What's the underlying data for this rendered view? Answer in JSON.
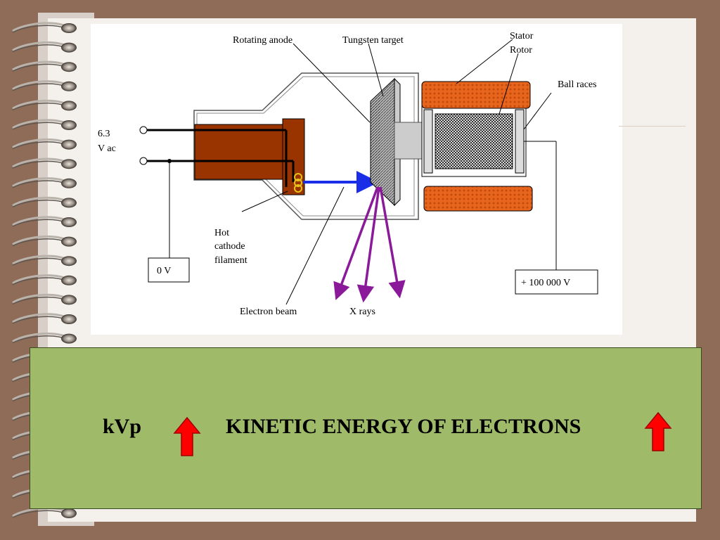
{
  "diagram": {
    "labels": {
      "rotating_anode": "Rotating anode",
      "tungsten_target": "Tungsten target",
      "stator": "Stator",
      "rotor": "Rotor",
      "ball_races": "Ball races",
      "voltage_ac_line1": "6.3",
      "voltage_ac_line2": "V ac",
      "hot": "Hot",
      "cathode": "cathode",
      "filament": "filament",
      "zero_volt": "0 V",
      "high_voltage": "+ 100 000 V",
      "electron_beam": "Electron beam",
      "x_rays": "X rays"
    },
    "colors": {
      "cathode_block": "#993300",
      "stator_coil": "#e8651e",
      "electron_beam": "#1a2ee8",
      "x_ray": "#8b1a9a",
      "filament": "#e8c21a"
    }
  },
  "summary": {
    "kvp": "kVp",
    "kinetic_energy": "KINETIC ENERGY OF ELECTRONS",
    "arrow_icon": "up-arrow-icon",
    "arrow_color": "#ff0000"
  }
}
